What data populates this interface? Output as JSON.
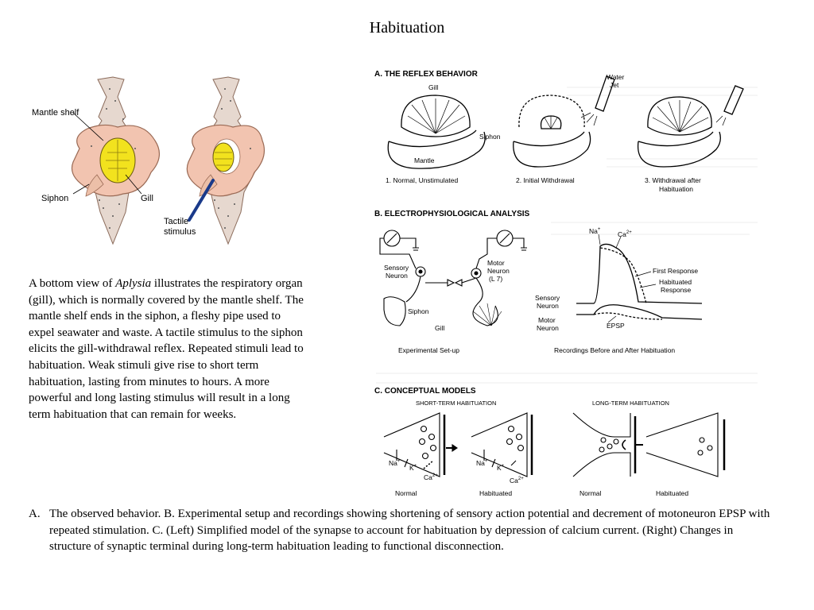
{
  "title": "Habituation",
  "aplysia_labels": {
    "mantle_shelf": "Mantle shelf",
    "siphon": "Siphon",
    "gill": "Gill",
    "tactile_1": "Tactile",
    "tactile_2": "stimulus"
  },
  "left_caption": {
    "before": "A bottom view of ",
    "species": "Aplysia",
    "after": " illustrates the respiratory organ (gill), which is normally covered by the mantle shelf. The mantle shelf ends in the siphon, a fleshy pipe used to expel seawater and waste. A tactile stimulus to the siphon elicits the gill-withdrawal reflex. Repeated stimuli lead to habituation. Weak stimuli give rise to short term habituation, lasting from minutes to hours. A more powerful and long lasting stimulus will result in a long term habituation that can remain for weeks."
  },
  "figure": {
    "section_a": {
      "title": "A. THE REFLEX BEHAVIOR",
      "gill": "Gill",
      "mantle": "Mantle",
      "siphon": "Siphon",
      "water_jet_1": "Water",
      "water_jet_2": "Jet",
      "panel1": "1. Normal, Unstimulated",
      "panel2": "2. Initial Withdrawal",
      "panel3_1": "3. Withdrawal after",
      "panel3_2": "Habituation"
    },
    "section_b": {
      "title": "B. ELECTROPHYSIOLOGICAL ANALYSIS",
      "sensory_1": "Sensory",
      "sensory_2": "Neuron",
      "motor_1": "Motor",
      "motor_2": "Neuron",
      "motor_3": "(L 7)",
      "siphon": "Siphon",
      "gill": "Gill",
      "setup": "Experimental Set-up",
      "na": "Na",
      "na_sup": "+",
      "ca": "Ca",
      "ca_sup": "2+",
      "first_response": "First Response",
      "habituated_1": "Habituated",
      "habituated_2": "Response",
      "rec_sensory_1": "Sensory",
      "rec_sensory_2": "Neuron",
      "rec_motor_1": "Motor",
      "rec_motor_2": "Neuron",
      "epsp": "EPSP",
      "recordings": "Recordings Before and After Habituation"
    },
    "section_c": {
      "title": "C. CONCEPTUAL MODELS",
      "short_term": "SHORT-TERM HABITUATION",
      "long_term": "LONG-TERM HABITUATION",
      "na1": "Na",
      "na1_sup": "+",
      "k1": "K",
      "k1_sup": "+",
      "ca1": "Ca",
      "ca1_sup": "2+",
      "na2": "Na",
      "na2_sup": "+",
      "k2": "K",
      "k2_sup": "+",
      "ca2": "Ca",
      "ca2_sup": "2+",
      "normal_left": "Normal",
      "habituated_left": "Habituated",
      "normal_right": "Normal",
      "habituated_right": "Habituated"
    }
  },
  "bottom_caption": {
    "label": "A.",
    "text": "The observed behavior. B. Experimental setup and recordings showing shortening of sensory action potential and decrement of motoneuron EPSP with repeated stimulation. C. (Left) Simplified model of the synapse to account for habituation by depression  of calcium current. (Right) Changes in structure of synaptic terminal during long-term habituation leading to functional disconnection."
  },
  "colors": {
    "mantle": "#f2c4b0",
    "gill": "#f2e21e",
    "body": "#e9ddd4",
    "stimulus": "#1a3a8a"
  }
}
